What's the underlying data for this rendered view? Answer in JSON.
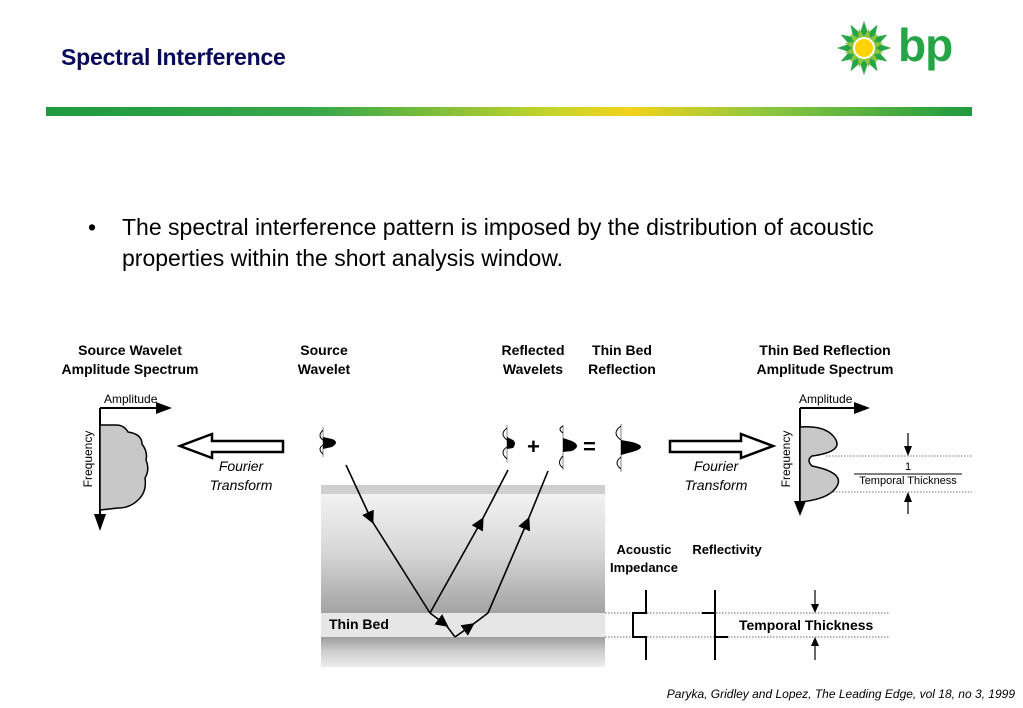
{
  "title": "Spectral Interference",
  "logo": {
    "text": "bp",
    "icon": "bp-helios-sunflower-icon",
    "colors": {
      "green": "#26a546",
      "yellow": "#ffd200"
    }
  },
  "bullet": "The spectral interference pattern is imposed by the distribution of acoustic properties within the short analysis window.",
  "labels": {
    "source_spectrum_line1": "Source Wavelet",
    "source_spectrum_line2": "Amplitude Spectrum",
    "source_wavelet_line1": "Source",
    "source_wavelet_line2": "Wavelet",
    "reflected_line1": "Reflected",
    "reflected_line2": "Wavelets",
    "thinbed_line1": "Thin Bed",
    "thinbed_line2": "Reflection",
    "thinbed_spectrum_line1": "Thin Bed Reflection",
    "thinbed_spectrum_line2": "Amplitude Spectrum",
    "amplitude_left": "Amplitude",
    "amplitude_right": "Amplitude",
    "frequency_left": "Frequency",
    "frequency_right": "Frequency",
    "fourier_left_line1": "Fourier",
    "fourier_left_line2": "Transform",
    "fourier_right_line1": "Fourier",
    "fourier_right_line2": "Transform",
    "plus": "+",
    "equals": "=",
    "notch_numerator": "1",
    "notch_denominator": "Temporal Thickness",
    "thin_bed": "Thin Bed",
    "acoustic_line1": "Acoustic",
    "acoustic_line2": "Impedance",
    "reflectivity": "Reflectivity",
    "temporal_thickness": "Temporal Thickness"
  },
  "citation": "Paryka, Gridley and Lopez, The Leading Edge, vol 18, no 3, 1999"
}
